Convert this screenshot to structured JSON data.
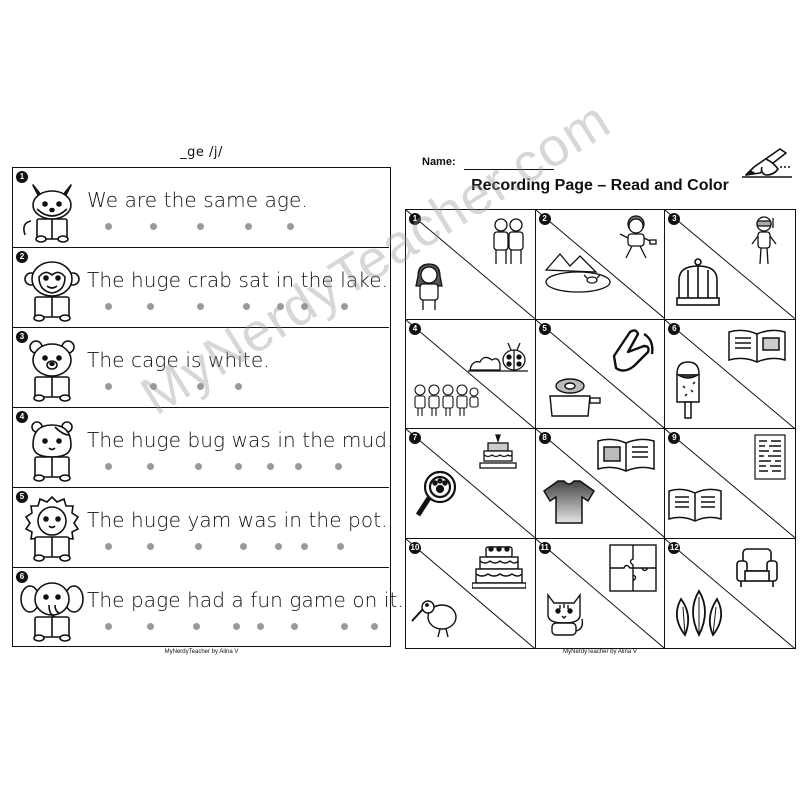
{
  "left_page": {
    "title": "_ge /j/",
    "rows": [
      {
        "number": "1",
        "animal": "fox",
        "text": "We are the same age."
      },
      {
        "number": "2",
        "animal": "monkey",
        "text": "The huge crab sat in the lake."
      },
      {
        "number": "3",
        "animal": "bear",
        "text": "The cage is white."
      },
      {
        "number": "4",
        "animal": "hamster",
        "text": "The huge bug was in the mud."
      },
      {
        "number": "5",
        "animal": "lion",
        "text": "The huge yam was in the pot."
      },
      {
        "number": "6",
        "animal": "elephant",
        "text": "The page had a fun game on it."
      }
    ],
    "footer": "MyNerdyTeacher by Alina V"
  },
  "right_page": {
    "name_label": "Name:",
    "title": "Recording Page – Read and Color",
    "cells": [
      {
        "number": "1",
        "pictures": [
          "girl",
          "two-people"
        ]
      },
      {
        "number": "2",
        "pictures": [
          "running-boy",
          "crab-lake"
        ]
      },
      {
        "number": "3",
        "pictures": [
          "snorkel-child",
          "bird-cage"
        ]
      },
      {
        "number": "4",
        "pictures": [
          "ladybug-mud",
          "children-group"
        ]
      },
      {
        "number": "5",
        "pictures": [
          "yam-pot",
          "hand-pointing"
        ]
      },
      {
        "number": "6",
        "pictures": [
          "open-book",
          "popsicle"
        ]
      },
      {
        "number": "7",
        "pictures": [
          "cake",
          "magnifier"
        ]
      },
      {
        "number": "8",
        "pictures": [
          "book",
          "shirt"
        ]
      },
      {
        "number": "9",
        "pictures": [
          "word-page",
          "open-book"
        ]
      },
      {
        "number": "10",
        "pictures": [
          "big-cake",
          "kiwi-bird"
        ]
      },
      {
        "number": "11",
        "pictures": [
          "puzzle",
          "cat"
        ]
      },
      {
        "number": "12",
        "pictures": [
          "armchair",
          "leaves"
        ]
      }
    ],
    "footer": "MyNerdyTeacher by Alina V"
  },
  "watermark": "MyNerdyTeacher.com"
}
